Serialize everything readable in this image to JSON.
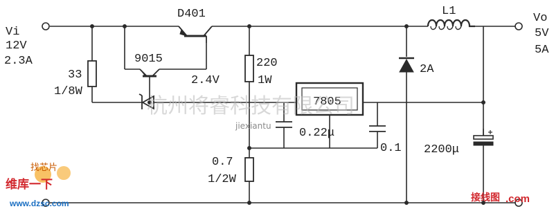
{
  "labels": {
    "vi": "Vi",
    "vi_volt": "12V",
    "vi_amp": "2.3A",
    "d401": "D401",
    "r33": "33",
    "r33_w": "1/8W",
    "q9015": "9015",
    "z24": "2.4V",
    "r220": "220",
    "r220_w": "1W",
    "ic": "7805",
    "c022": "0.22μ",
    "c01": "0.1",
    "r07": "0.7",
    "r07_w": "1/2W",
    "d2a": "2A",
    "l1": "L1",
    "c2200": "2200μ",
    "vo": "Vo",
    "vo_volt": "5V",
    "vo_amp": "5A"
  },
  "watermark": {
    "company": "杭州将睿科技有限公司",
    "site_small": "jiexiantu",
    "logo_cn": "维库一下",
    "logo_url": "www.dzsc.com",
    "logo_top": "找芯片",
    "jxt": "接线图",
    "jxt_url": ".com"
  },
  "colors": {
    "ink": "#2a2a2a",
    "logo_red": "#d2282e",
    "logo_blue": "#1b6fc2",
    "watermark": "#b9b9b9"
  }
}
